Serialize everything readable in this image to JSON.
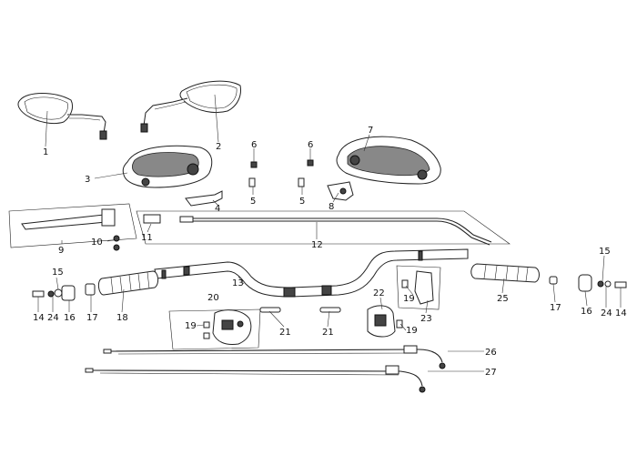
{
  "callouts": [
    {
      "id": "c1",
      "text": "1"
    },
    {
      "id": "c2",
      "text": "2"
    },
    {
      "id": "c3",
      "text": "3"
    },
    {
      "id": "c4",
      "text": "4"
    },
    {
      "id": "c5a",
      "text": "5"
    },
    {
      "id": "c5b",
      "text": "5"
    },
    {
      "id": "c6a",
      "text": "6"
    },
    {
      "id": "c6b",
      "text": "6"
    },
    {
      "id": "c7",
      "text": "7"
    },
    {
      "id": "c8",
      "text": "8"
    },
    {
      "id": "c9",
      "text": "9"
    },
    {
      "id": "c10",
      "text": "10"
    },
    {
      "id": "c11",
      "text": "11"
    },
    {
      "id": "c12",
      "text": "12"
    },
    {
      "id": "c13",
      "text": "13"
    },
    {
      "id": "c14a",
      "text": "14"
    },
    {
      "id": "c14b",
      "text": "14"
    },
    {
      "id": "c15a",
      "text": "15"
    },
    {
      "id": "c15b",
      "text": "15"
    },
    {
      "id": "c16a",
      "text": "16"
    },
    {
      "id": "c16b",
      "text": "16"
    },
    {
      "id": "c17a",
      "text": "17"
    },
    {
      "id": "c17b",
      "text": "17"
    },
    {
      "id": "c18",
      "text": "18"
    },
    {
      "id": "c19a",
      "text": "19"
    },
    {
      "id": "c19b",
      "text": "19"
    },
    {
      "id": "c19c",
      "text": "19"
    },
    {
      "id": "c20",
      "text": "20"
    },
    {
      "id": "c21a",
      "text": "21"
    },
    {
      "id": "c21b",
      "text": "21"
    },
    {
      "id": "c22",
      "text": "22"
    },
    {
      "id": "c23",
      "text": "23"
    },
    {
      "id": "c24a",
      "text": "24"
    },
    {
      "id": "c24b",
      "text": "24"
    },
    {
      "id": "c25",
      "text": "25"
    },
    {
      "id": "c26",
      "text": "26"
    },
    {
      "id": "c27",
      "text": "27"
    }
  ]
}
